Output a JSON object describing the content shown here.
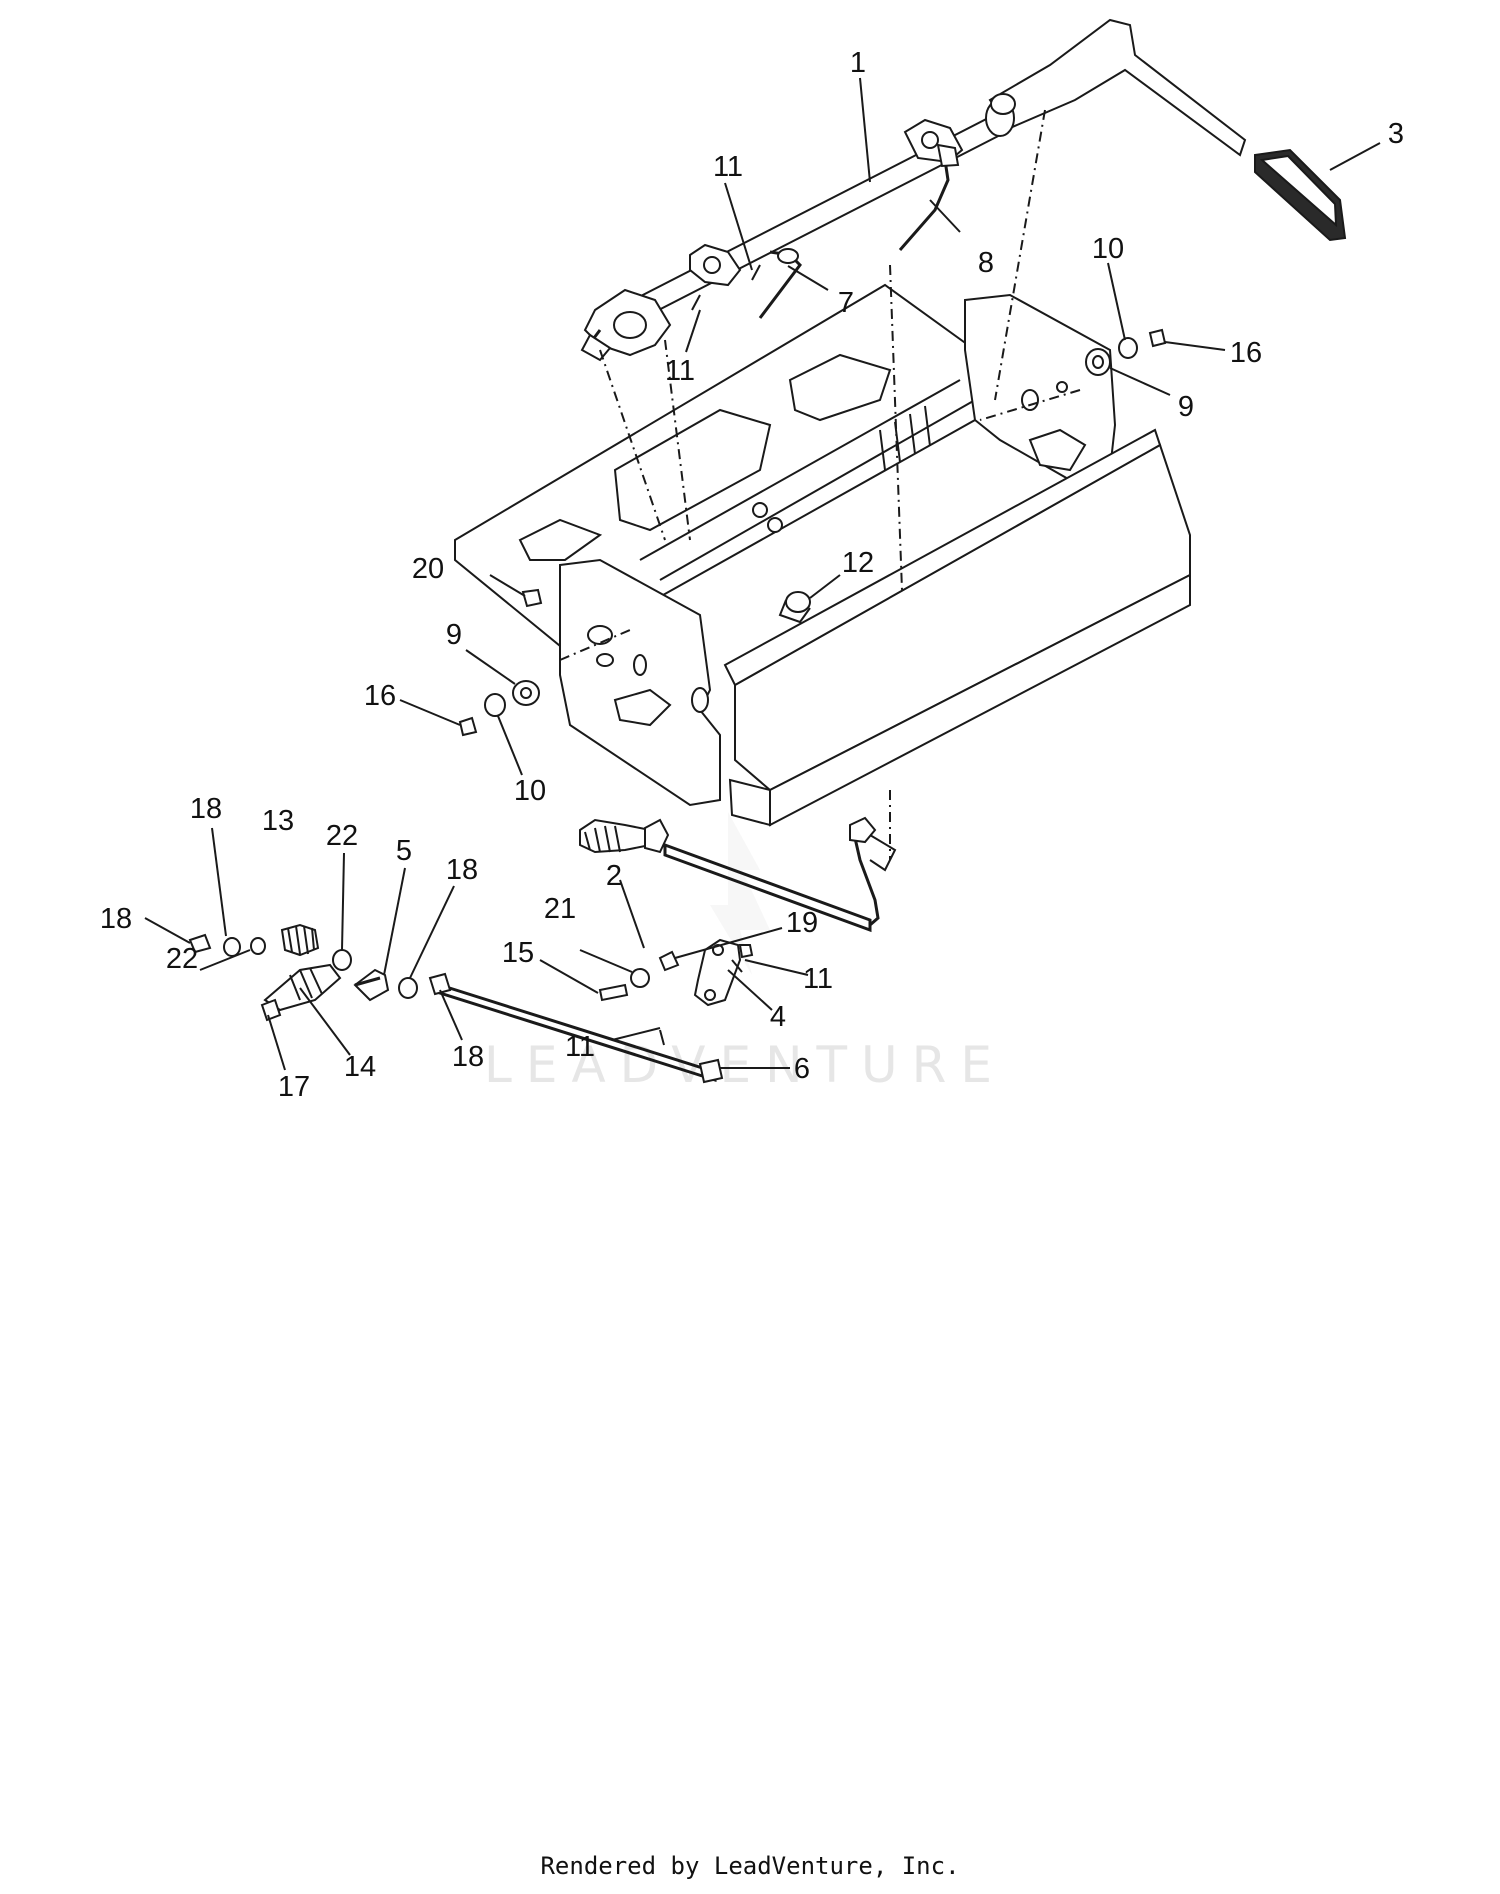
{
  "diagram": {
    "callouts": [
      "1",
      "3",
      "11",
      "7",
      "8",
      "10",
      "16",
      "11",
      "9",
      "20",
      "12",
      "9",
      "16",
      "10",
      "18",
      "13",
      "22",
      "5",
      "18",
      "2",
      "18",
      "22",
      "21",
      "19",
      "15",
      "11",
      "14",
      "4",
      "17",
      "11",
      "18",
      "6"
    ],
    "watermark": "LEADVENTURE"
  },
  "footer": {
    "text": "Rendered by LeadVenture, Inc."
  }
}
